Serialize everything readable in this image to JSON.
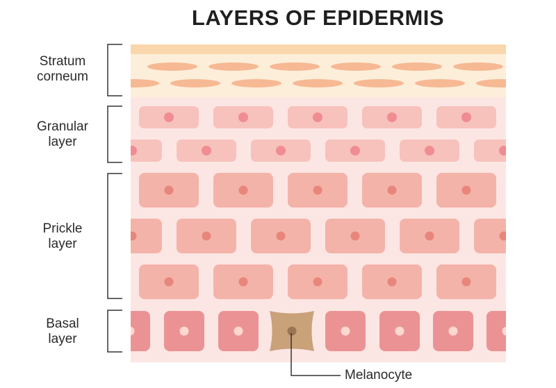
{
  "title": "LAYERS OF EPIDERMIS",
  "layers": [
    {
      "id": "stratum-corneum",
      "label": "Stratum\ncorneum"
    },
    {
      "id": "granular",
      "label": "Granular\nlayer"
    },
    {
      "id": "prickle",
      "label": "Prickle\nlayer"
    },
    {
      "id": "basal",
      "label": "Basal\nlayer"
    }
  ],
  "callout": "Melanocyte",
  "colors": {
    "corneum_top": "#f9d6ac",
    "corneum_bg": "#fdeed9",
    "corneum_cell": "#f6b994",
    "epidermis_bg": "#fce6e4",
    "granular_cell": "#f7c2bb",
    "granular_nucleus": "#f08c92",
    "prickle_cell": "#f4b3a9",
    "prickle_nucleus": "#e8867c",
    "basal_cell": "#eb9394",
    "basal_nucleus": "#fdd8cf",
    "melanocyte": "#c9a27a",
    "melanocyte_nucleus": "#9a7652",
    "bracket": "#333333"
  }
}
